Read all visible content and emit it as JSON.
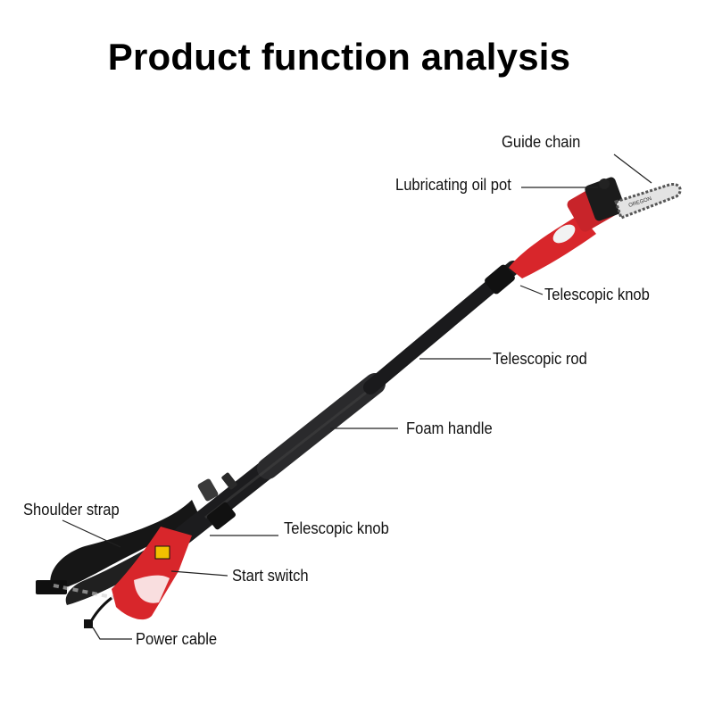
{
  "title": "Product function analysis",
  "labels": {
    "guide_chain": "Guide chain",
    "lubricating_oil_pot": "Lubricating oil pot",
    "telescopic_knob_upper": "Telescopic knob",
    "telescopic_rod": "Telescopic rod",
    "foam_handle": "Foam handle",
    "shoulder_strap": "Shoulder strap",
    "telescopic_knob_lower": "Telescopic knob",
    "start_switch": "Start switch",
    "power_cable": "Power cable"
  },
  "colors": {
    "housing_red": "#d8262b",
    "pole_black": "#1c1c1e",
    "bar_silver": "#d9d9d9",
    "leader_line": "#222222"
  }
}
